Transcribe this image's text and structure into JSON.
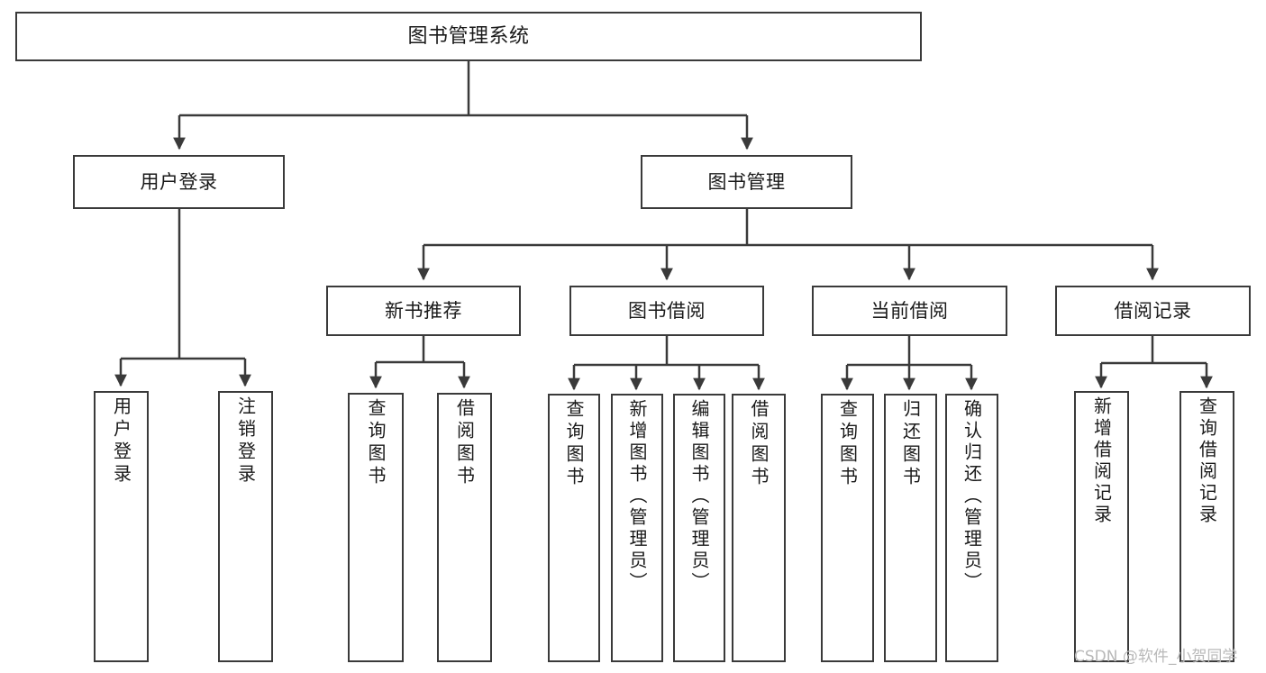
{
  "diagram": {
    "title": "图书管理系统",
    "type": "tree-hierarchy",
    "watermark": "CSDN @软件_小贺同学",
    "stroke_color": "#3a3a3a",
    "fill_color": "#ffffff",
    "text_color": "#1a1a1a"
  },
  "nodes": {
    "root": {
      "label": "图书管理系统"
    },
    "level2": [
      {
        "id": "user-login",
        "label": "用户登录"
      },
      {
        "id": "book-manage",
        "label": "图书管理"
      }
    ],
    "level3": [
      {
        "id": "new-book-recommend",
        "label": "新书推荐"
      },
      {
        "id": "book-borrow",
        "label": "图书借阅"
      },
      {
        "id": "current-borrow",
        "label": "当前借阅"
      },
      {
        "id": "borrow-record",
        "label": "借阅记录"
      }
    ],
    "leaves": {
      "user_login": [
        {
          "id": "leaf-user-login",
          "label": "用户登录"
        },
        {
          "id": "leaf-user-logout",
          "label": "注销登录"
        }
      ],
      "new_book_recommend": [
        {
          "id": "leaf-query-book-1",
          "label": "查询图书"
        },
        {
          "id": "leaf-borrow-book-1",
          "label": "借阅图书"
        }
      ],
      "book_borrow": [
        {
          "id": "leaf-query-book-2",
          "label": "查询图书"
        },
        {
          "id": "leaf-add-book",
          "label": "新增图书（管理员）"
        },
        {
          "id": "leaf-edit-book",
          "label": "编辑图书（管理员）"
        },
        {
          "id": "leaf-borrow-book-2",
          "label": "借阅图书"
        }
      ],
      "current_borrow": [
        {
          "id": "leaf-query-book-3",
          "label": "查询图书"
        },
        {
          "id": "leaf-return-book",
          "label": "归还图书"
        },
        {
          "id": "leaf-confirm-return",
          "label": "确认归还（管理员）"
        }
      ],
      "borrow_record": [
        {
          "id": "leaf-add-record",
          "label": "新增借阅记录"
        },
        {
          "id": "leaf-query-record",
          "label": "查询借阅记录"
        }
      ]
    }
  }
}
